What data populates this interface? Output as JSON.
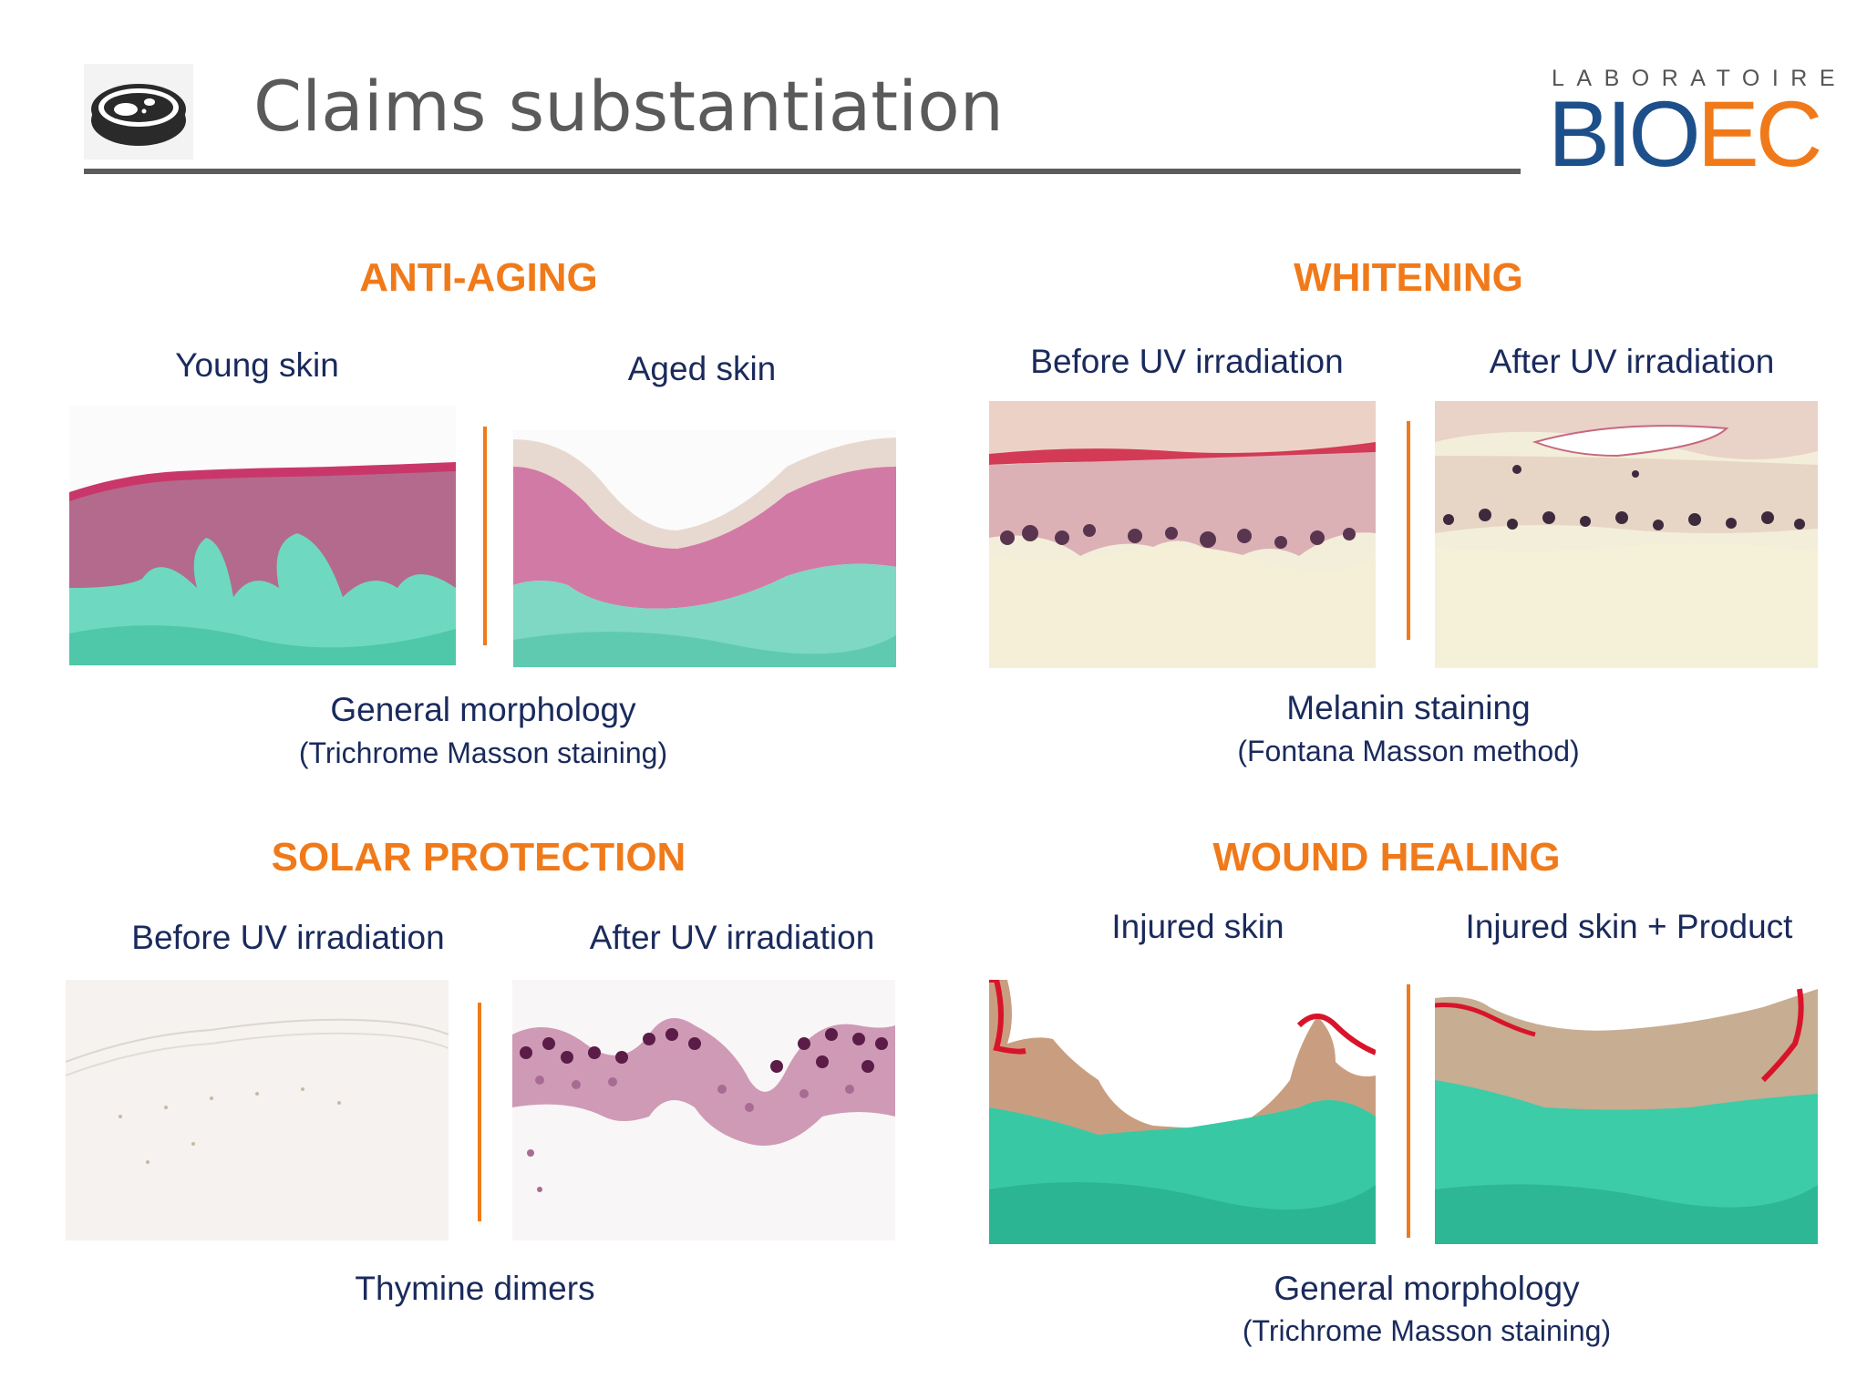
{
  "header": {
    "title": "Claims substantiation",
    "logo_top": "LABORATOIRE",
    "logo_bio": "BIO",
    "logo_ec": "EC"
  },
  "sections": {
    "anti_aging": {
      "title": "ANTI-AGING",
      "left_label": "Young skin",
      "right_label": "Aged skin",
      "caption": "General morphology",
      "subcaption": "(Trichrome Masson staining)"
    },
    "whitening": {
      "title": "WHITENING",
      "left_label": "Before UV irradiation",
      "right_label": "After UV irradiation",
      "caption": "Melanin staining",
      "subcaption": "(Fontana Masson method)"
    },
    "solar_protection": {
      "title": "SOLAR PROTECTION",
      "left_label": "Before UV irradiation",
      "right_label": "After UV irradiation",
      "caption": "Thymine dimers"
    },
    "wound_healing": {
      "title": "WOUND HEALING",
      "left_label": "Injured skin",
      "right_label": "Injured skin + Product",
      "caption": "General morphology",
      "subcaption": "(Trichrome Masson staining)"
    }
  },
  "colors": {
    "accent": "#f07a1a",
    "text_navy": "#1a2a5c",
    "logo_blue": "#1d4f8a",
    "title_gray": "#5a5a5a"
  }
}
